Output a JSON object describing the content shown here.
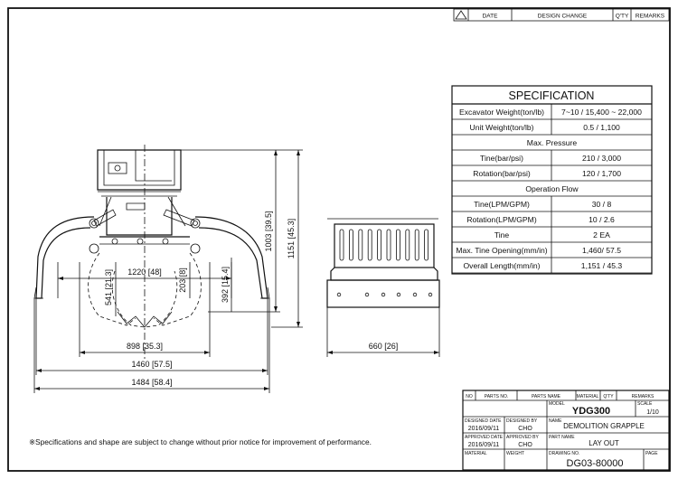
{
  "revision_header": {
    "date": "DATE",
    "design_change": "DESIGN CHANGE",
    "qty": "Q'TY",
    "remarks": "REMARKS"
  },
  "specification": {
    "title": "SPECIFICATION",
    "rows": [
      {
        "label": "Excavator Weight(ton/lb)",
        "value": "7~10 / 15,400 ~ 22,000"
      },
      {
        "label": "Unit Weight(ton/lb)",
        "value": "0.5 / 1,100"
      },
      {
        "section": "Max. Pressure"
      },
      {
        "label": "Tine(bar/psi)",
        "value": "210 / 3,000"
      },
      {
        "label": "Rotation(bar/psi)",
        "value": "120 / 1,700"
      },
      {
        "section": "Operation Flow"
      },
      {
        "label": "Tine(LPM/GPM)",
        "value": "30 / 8"
      },
      {
        "label": "Rotation(LPM/GPM)",
        "value": "10 / 2.6"
      },
      {
        "label": "Tine",
        "value": "2 EA"
      },
      {
        "label": "Max. Tine Opening(mm/in)",
        "value": "1,460/ 57.5"
      },
      {
        "label": "Overall Length(mm/in)",
        "value": "1,151 / 45.3"
      }
    ]
  },
  "dimensions": {
    "d1220": "1220 [48]",
    "d203": "203 [8]",
    "d392": "392 [15.4]",
    "d541": "541 [21.3]",
    "d1003": "1003 [39.5]",
    "d1151": "1151 [45.3]",
    "d898": "898 [35.3]",
    "d1460": "1460 [57.5]",
    "d1484": "1484 [58.4]",
    "d660": "660 [26]"
  },
  "title_block": {
    "no": "NO",
    "parts_no": "PARTS NO.",
    "parts_name": "PARTS NAME",
    "material": "MATERIAL",
    "qty": "Q'TY",
    "remarks": "REMARKS",
    "model_label": "MODEL",
    "model": "YDG300",
    "scale_label": "SCALE",
    "scale": "1/10",
    "designed_date_label": "DESIGNED DATE",
    "designed_by_label": "DESIGNED BY",
    "designed_date": "2016/09/11",
    "designed_by": "CHO",
    "name_label": "NAME",
    "name": "DEMOLITION GRAPPLE",
    "approved_date_label": "APPROVED DATE",
    "approved_by_label": "APPROVED BY",
    "approved_date": "2016/09/11",
    "approved_by": "CHO",
    "part_name_label": "PART NAME",
    "part_name": "LAY OUT",
    "material_label": "MATERIAL",
    "weight_label": "WEIGHT",
    "drawing_no_label": "DRAWING NO.",
    "drawing_no": "DG03-80000",
    "page_label": "PAGE"
  },
  "footnote": "※Specifications and shape are subject to change without prior notice for improvement of performance."
}
